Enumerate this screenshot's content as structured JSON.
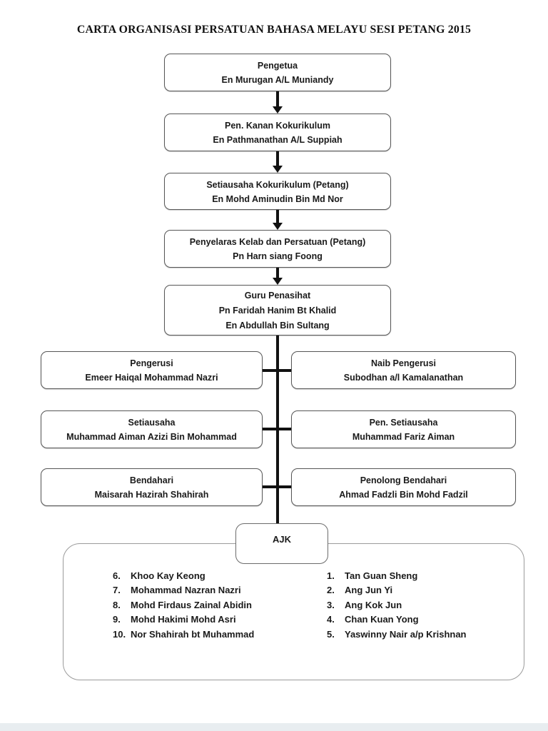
{
  "title": "CARTA ORGANISASI PERSATUAN BAHASA MELAYU SESI PETANG 2015",
  "chain": [
    {
      "role": "Pengetua",
      "name1": "En Murugan A/L Muniandy"
    },
    {
      "role": "Pen. Kanan Kokurikulum",
      "name1": "En Pathmanathan A/L Suppiah"
    },
    {
      "role": "Setiausaha Kokurikulum (Petang)",
      "name1": "En Mohd Aminudin Bin Md Nor"
    },
    {
      "role": "Penyelaras Kelab dan Persatuan (Petang)",
      "name1": "Pn Harn siang Foong"
    },
    {
      "role": "Guru Penasihat",
      "name1": "Pn Faridah Hanim Bt Khalid",
      "name2": "En Abdullah Bin Sultang"
    }
  ],
  "committee": [
    {
      "left_role": "Pengerusi",
      "left_name": "Emeer Haiqal Mohammad Nazri",
      "right_role": "Naib Pengerusi",
      "right_name": "Subodhan a/l Kamalanathan"
    },
    {
      "left_role": "Setiausaha",
      "left_name": "Muhammad Aiman Azizi Bin Mohammad",
      "right_role": "Pen. Setiausaha",
      "right_name": "Muhammad Fariz Aiman"
    },
    {
      "left_role": "Bendahari",
      "left_name": "Maisarah Hazirah Shahirah",
      "right_role": "Penolong Bendahari",
      "right_name": "Ahmad Fadzli Bin Mohd Fadzil"
    }
  ],
  "ajk": {
    "label": "AJK",
    "left_column": [
      {
        "num": "6.",
        "name": "Khoo Kay Keong"
      },
      {
        "num": "7.",
        "name": "Mohammad Nazran Nazri"
      },
      {
        "num": "8.",
        "name": "Mohd Firdaus Zainal Abidin"
      },
      {
        "num": "9.",
        "name": "Mohd Hakimi Mohd Asri"
      },
      {
        "num": "10.",
        "name": "Nor Shahirah bt Muhammad"
      }
    ],
    "right_column": [
      {
        "num": "1.",
        "name": "Tan Guan Sheng"
      },
      {
        "num": "2.",
        "name": "Ang Jun Yi"
      },
      {
        "num": "3.",
        "name": "Ang Kok Jun"
      },
      {
        "num": "4.",
        "name": "Chan Kuan Yong"
      },
      {
        "num": "5.",
        "name": "Yaswinny Nair a/p Krishnan"
      }
    ]
  },
  "colors": {
    "background": "#ffffff",
    "text": "#1a1a1a",
    "connector_line": "#111111",
    "box_border": "#565656",
    "panel_border": "#9b9b9b",
    "footer_strip": "#e8edf0"
  }
}
